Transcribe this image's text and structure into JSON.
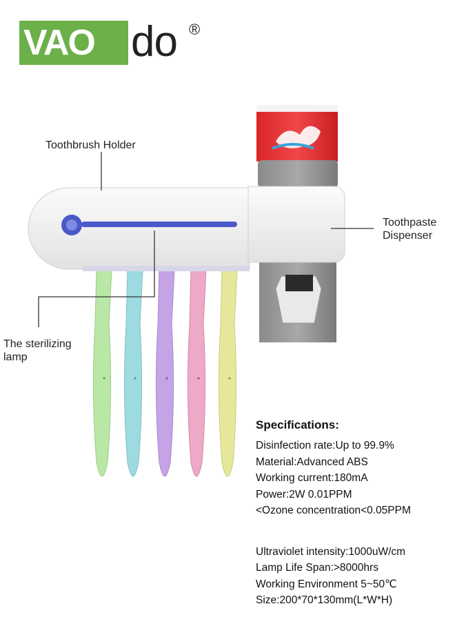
{
  "logo": {
    "box_text": "VAO",
    "rest_text": "do",
    "registered": "®"
  },
  "callouts": {
    "holder": "Toothbrush Holder",
    "dispenser_line1": "Toothpaste",
    "dispenser_line2": "Dispenser",
    "lamp_line1": "The sterilizing",
    "lamp_line2": "lamp"
  },
  "specs": {
    "title": "Specifications:",
    "group1": [
      "Disinfection rate:Up to 99.9%",
      "Material:Advanced ABS",
      "Working current:180mA",
      "Power:2W 0.01PPM",
      "<Ozone concentration<0.05PPM"
    ],
    "group2": [
      "Ultraviolet intensity:1000uW/cm",
      "Lamp Life Span:>8000hrs",
      "Working Environment 5~50℃",
      "Size:200*70*130mm(L*W*H)"
    ]
  },
  "colors": {
    "logo_green": "#6cb04a",
    "brush_green": "#b9e7a6",
    "brush_cyan": "#9ddbe0",
    "brush_purple": "#c5a4e6",
    "brush_pink": "#eea8c8",
    "brush_yellow": "#e5e79a",
    "uv_blue": "#4b58c9"
  }
}
